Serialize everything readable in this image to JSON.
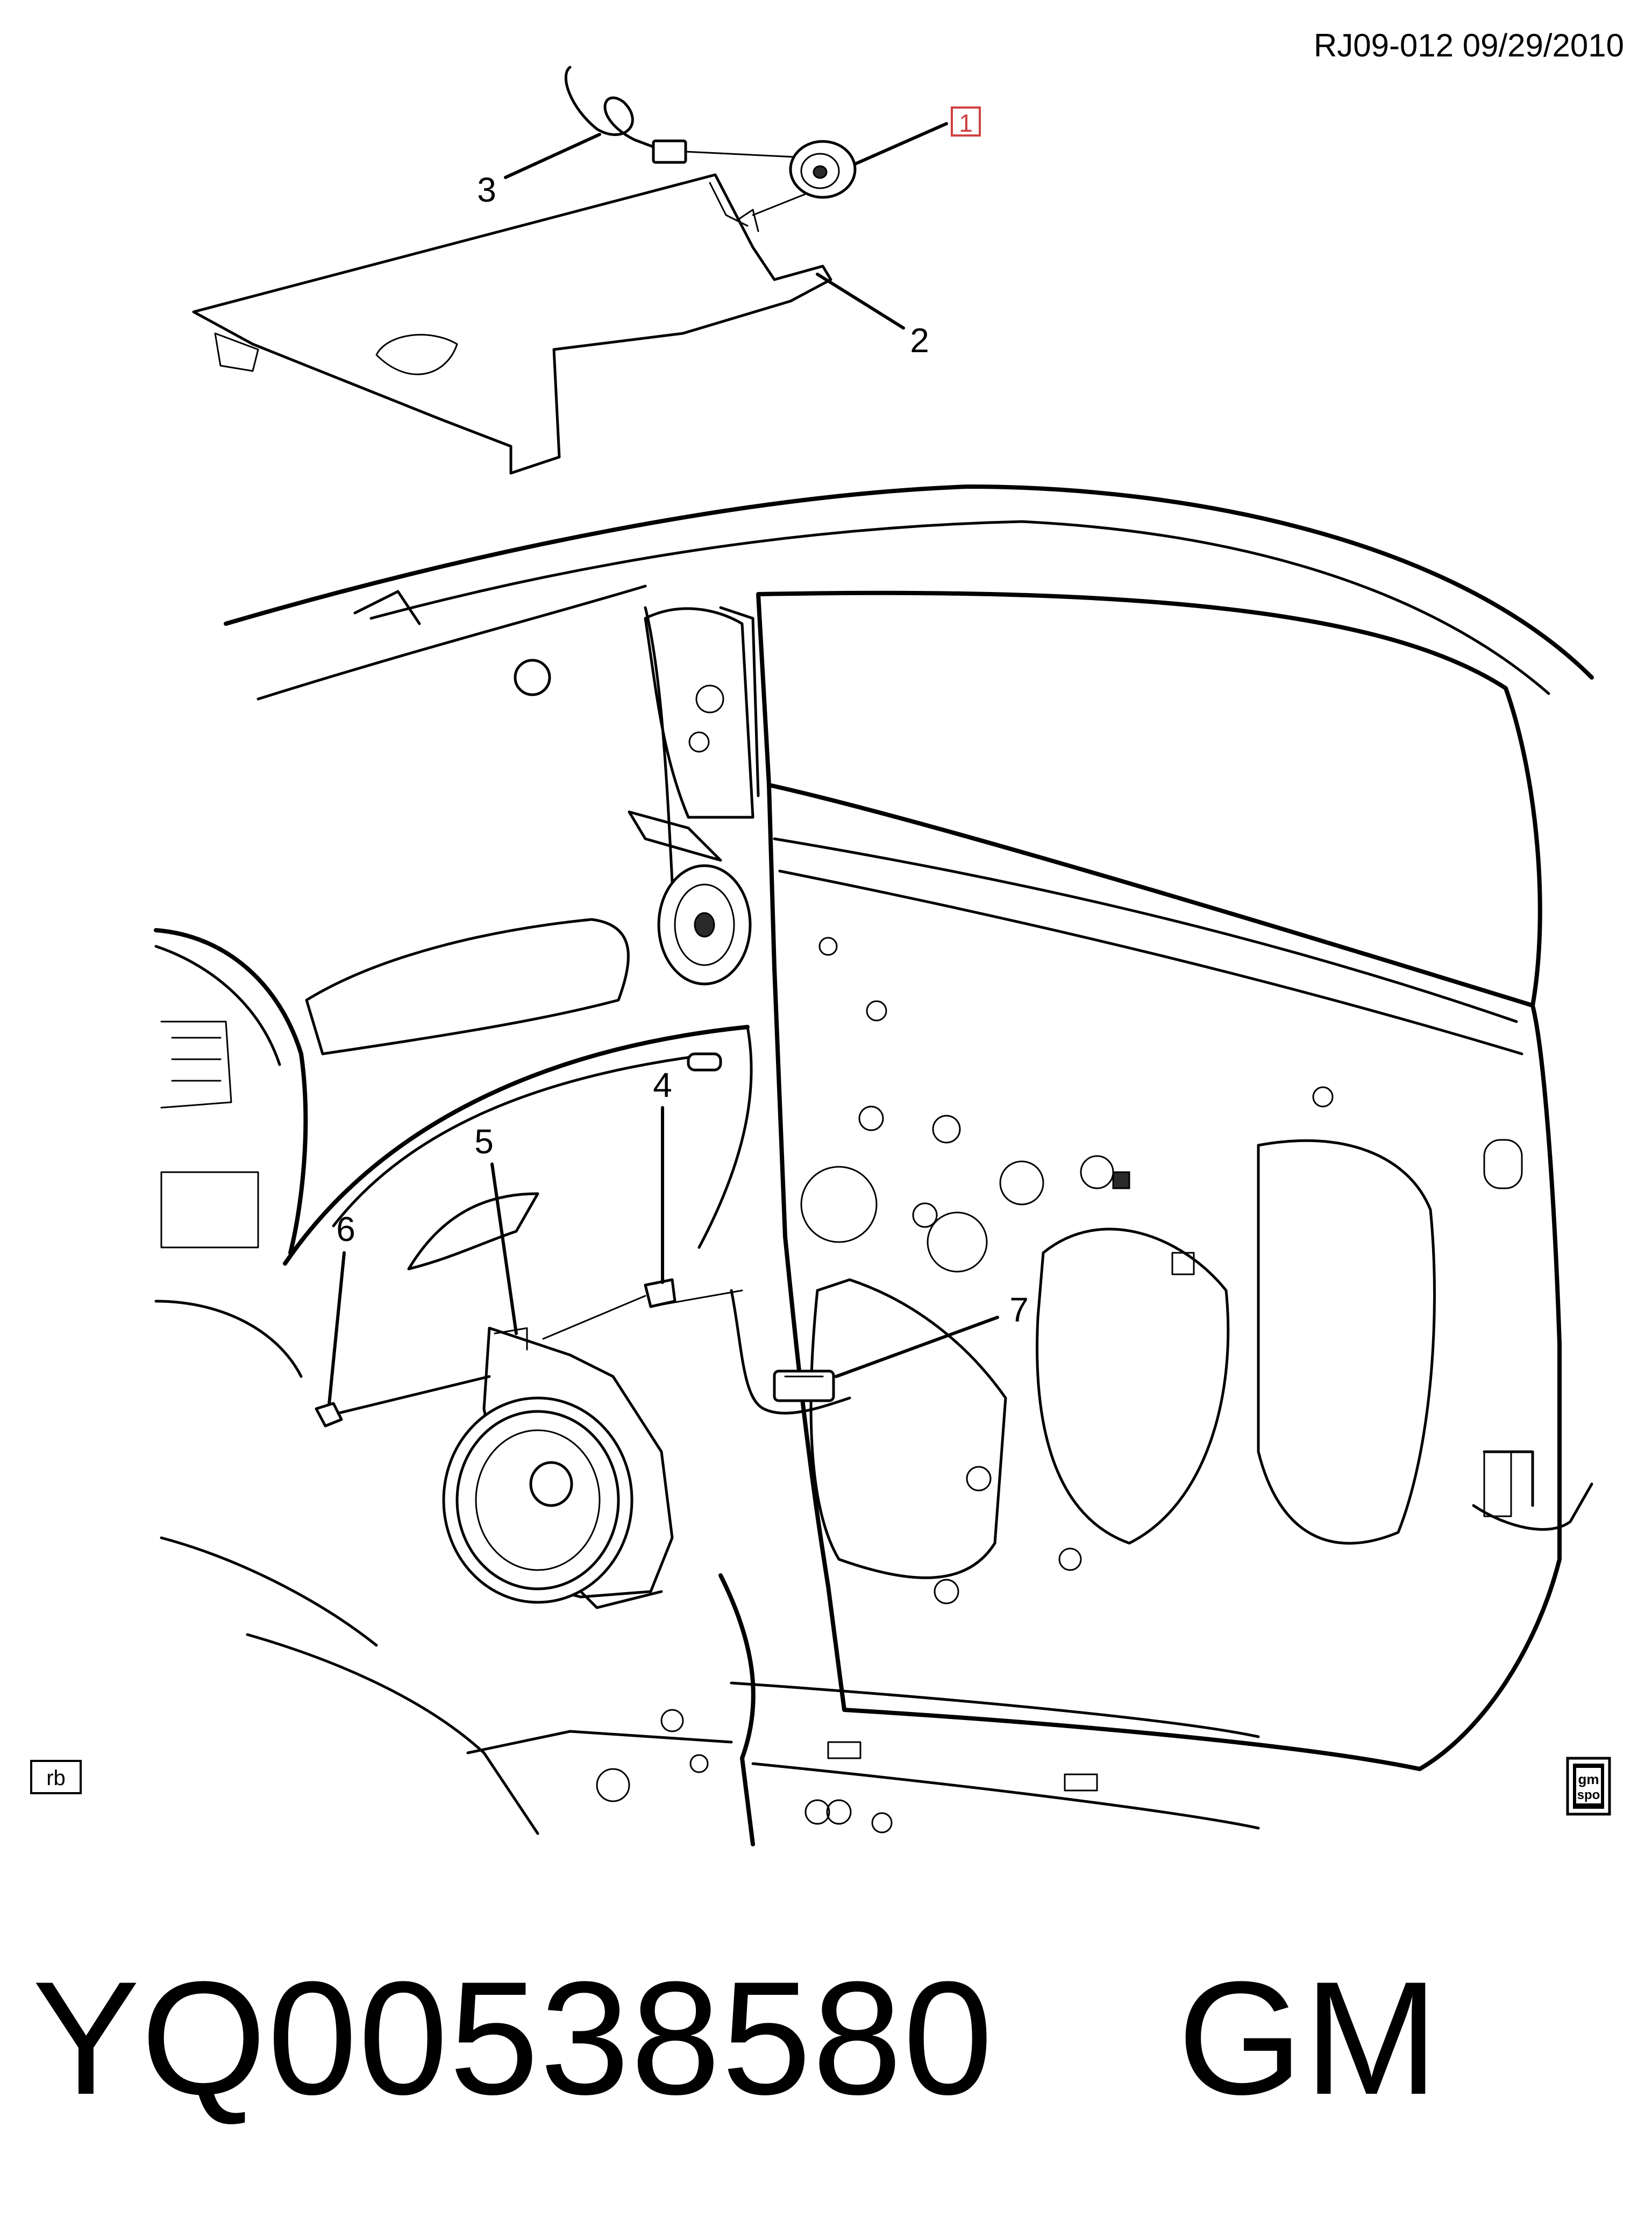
{
  "header": {
    "doc_id": "RJ09-012  09/29/2010"
  },
  "callouts": {
    "c1": "1",
    "c2": "2",
    "c3": "3",
    "c4": "4",
    "c5": "5",
    "c6": "6",
    "c7": "7"
  },
  "corner_marks": {
    "bottom_left": "rb",
    "logo_line1": "gm",
    "logo_line2": "spo"
  },
  "footer": {
    "part_number": "YQ00538580    GM"
  },
  "colors": {
    "line": "#000000",
    "highlight": "#d04040",
    "background": "#ffffff"
  }
}
